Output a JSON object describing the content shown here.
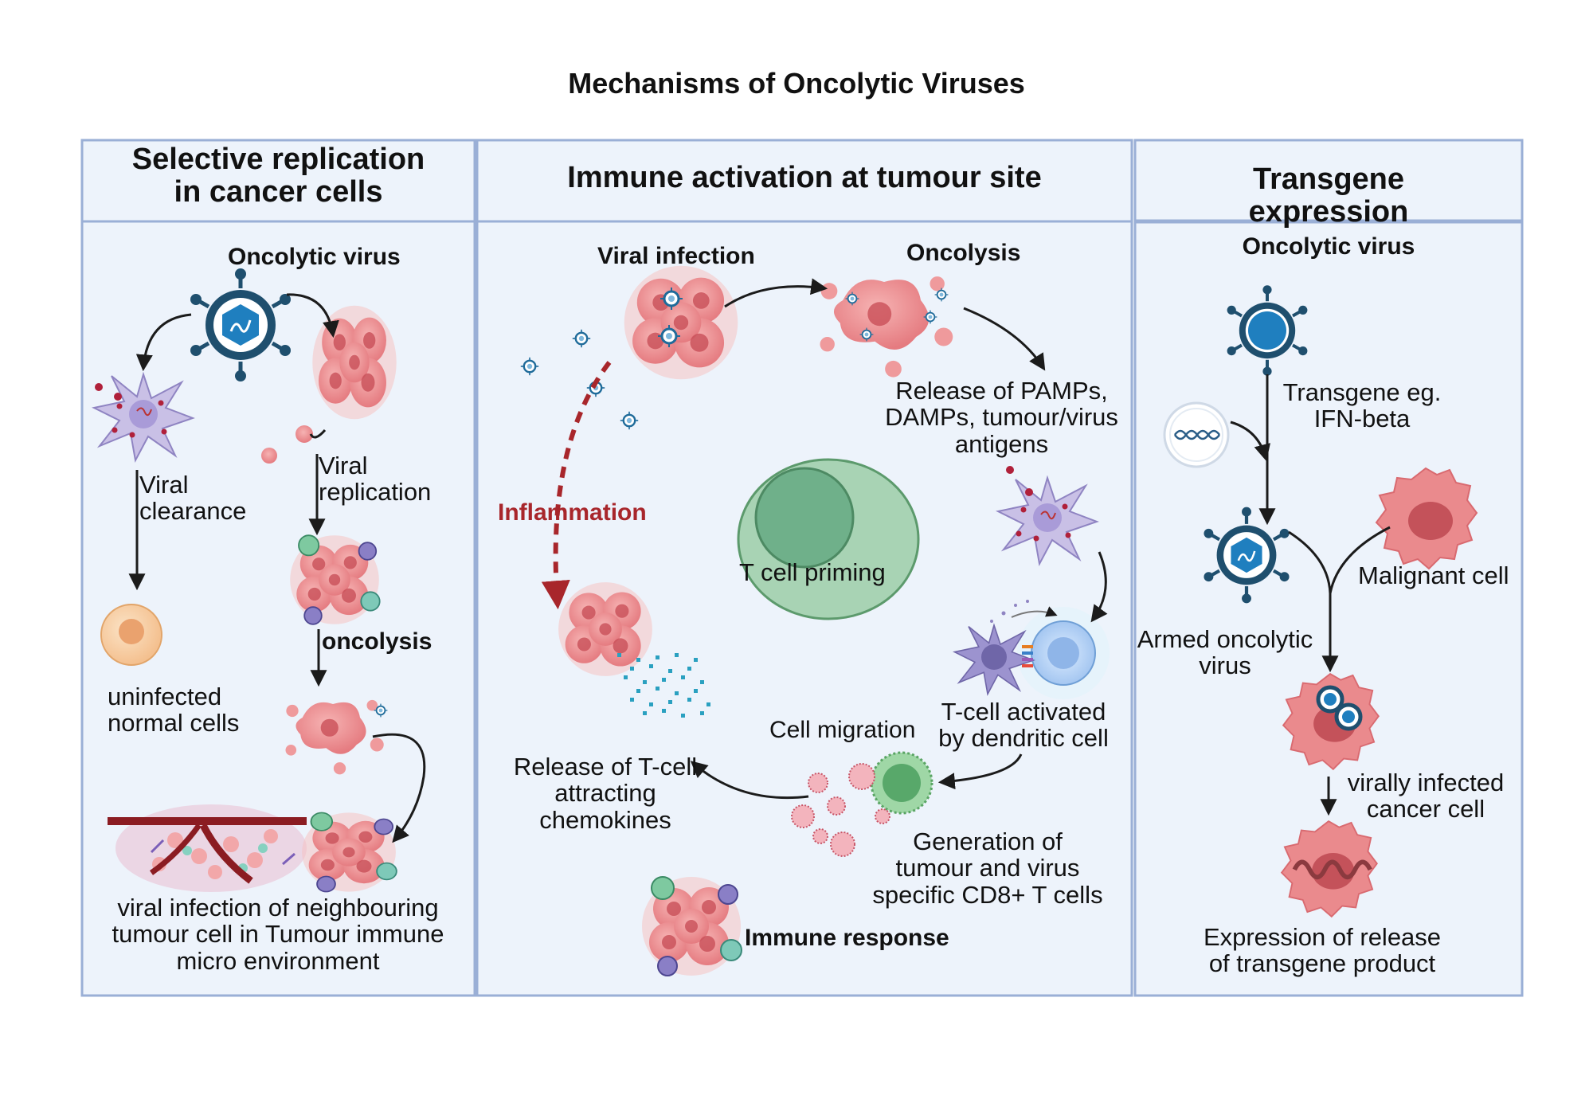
{
  "title": "Mechanisms of Oncolytic Viruses",
  "colors": {
    "panel_fill": "#edf3fb",
    "panel_border": "#9aafd6",
    "tumour_pink": "#ec8a8c",
    "virus_blue": "#1f6b9a",
    "tcell_green": "#8fc79f",
    "inflammation_red": "#a8262b",
    "dendritic_lilac": "#c9c0e6",
    "vessel_red": "#8b1c22"
  },
  "panels": {
    "selective": {
      "header": "Selective replication\nin cancer cells",
      "oncolytic_virus": "Oncolytic virus",
      "viral_clearance": "Viral\nclearance",
      "viral_replication": "Viral\nreplication",
      "oncolysis": "oncolysis",
      "uninfected": "uninfected\nnormal cells",
      "neighbour": "viral infection of neighbouring\ntumour cell in Tumour immune\nmicro environment"
    },
    "immune": {
      "header": "Immune activation at tumour site",
      "viral_infection": "Viral infection",
      "oncolysis": "Oncolysis",
      "release_pamps": "Release of PAMPs,\nDAMPs, tumour/virus\nantigens",
      "inflammation": "Inflammation",
      "t_cell_priming": "T cell priming",
      "tcell_activated": "T-cell activated\nby dendritic cell",
      "cell_migration": "Cell migration",
      "release_chemokines": "Release of T-cell\nattracting\nchemokines",
      "generation": "Generation of\ntumour and virus\nspecific CD8+ T cells",
      "immune_response": "Immune response"
    },
    "transgene": {
      "header": "Transgene\nexpression",
      "oncolytic_virus": "Oncolytic virus",
      "transgene_eg": "Transgene eg.\nIFN-beta",
      "malignant_cell": "Malignant cell",
      "armed_virus": "Armed oncolytic\nvirus",
      "virally_infected": "virally infected\ncancer cell",
      "expression": "Expression of release\nof transgene product"
    }
  },
  "icons": [
    "oncolytic-virus-icon",
    "tumour-cluster-icon",
    "dendritic-cell-icon",
    "normal-cell-icon",
    "lysed-tumour-icon",
    "blood-vessel-icon",
    "virion-icon",
    "t-cell-icon",
    "cd8-t-cell-icon",
    "chemokine-dots-icon",
    "dna-plasmid-icon",
    "malignant-cell-icon",
    "armed-virus-icon",
    "infected-cancer-cell-icon",
    "transgene-expressing-cell-icon"
  ]
}
